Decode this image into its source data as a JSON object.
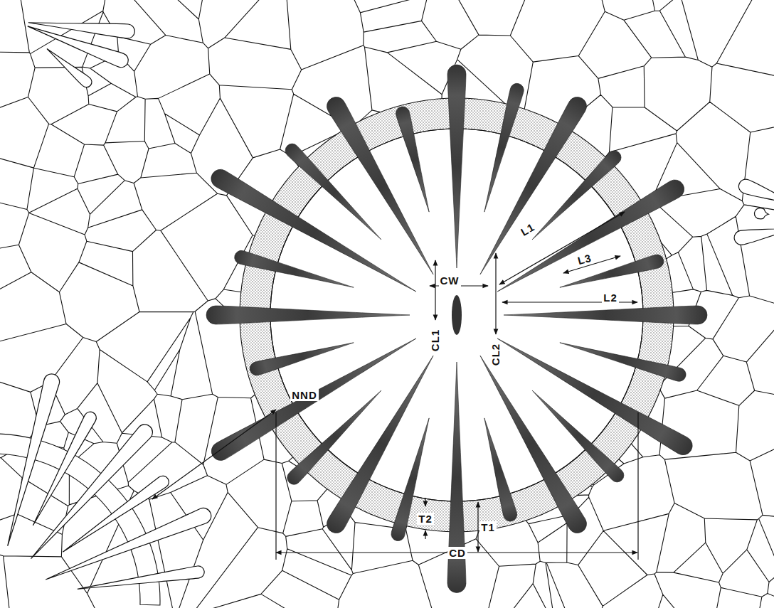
{
  "diagram": {
    "labels": [
      "L1",
      "L3",
      "L2",
      "CW",
      "CL1",
      "CL2",
      "T2",
      "T1",
      "NND",
      "CD"
    ]
  }
}
